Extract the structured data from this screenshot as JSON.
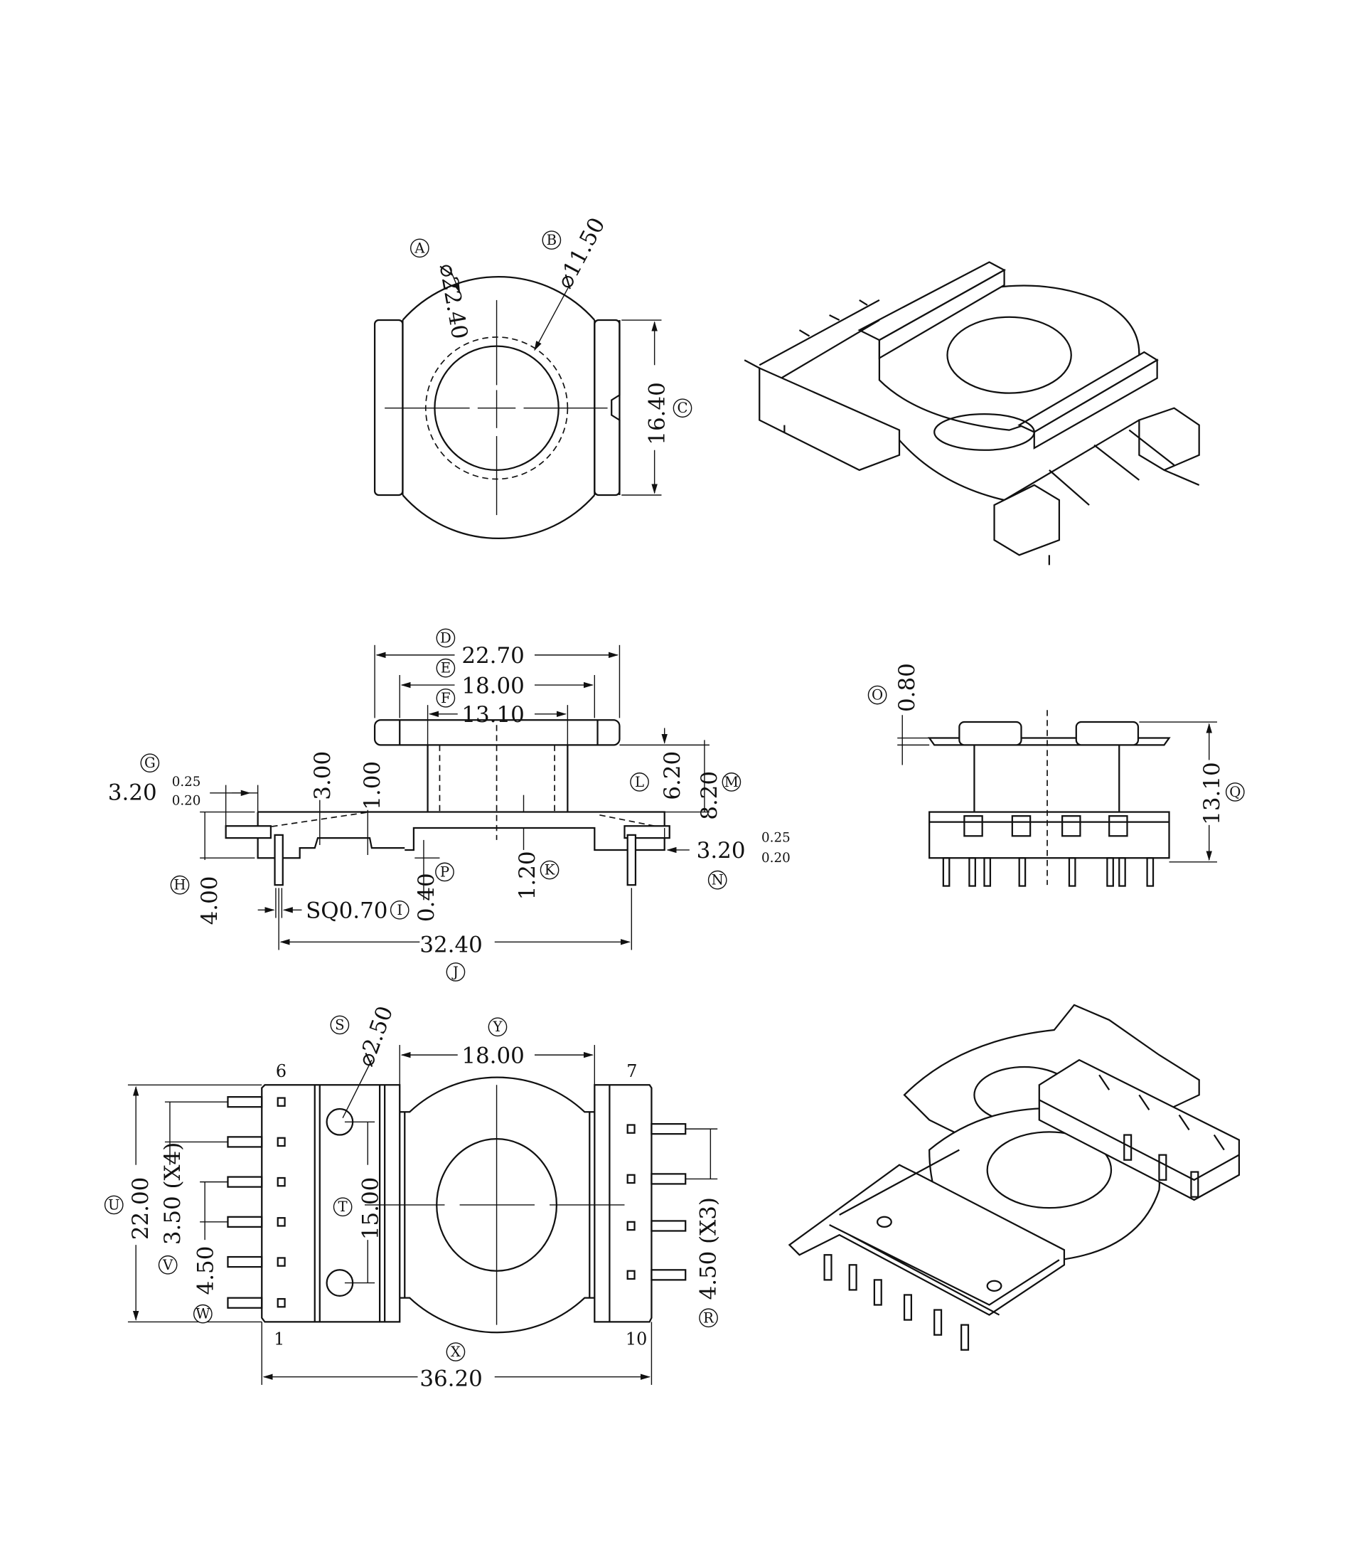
{
  "title": "Transformer bobbin dimension drawing",
  "top_view": {
    "A": {
      "letter": "A",
      "value": "⌀22.40"
    },
    "B": {
      "letter": "B",
      "value": "⌀11.50"
    },
    "C": {
      "letter": "C",
      "value": "16.40"
    }
  },
  "side_view": {
    "D": {
      "letter": "D",
      "value": "22.70"
    },
    "E": {
      "letter": "E",
      "value": "18.00"
    },
    "F": {
      "letter": "F",
      "value": "13.10"
    },
    "G": {
      "letter": "G",
      "value": "3.20",
      "tol_plus": "0.25",
      "tol_minus": "0.20"
    },
    "H": {
      "letter": "H",
      "value": "4.00"
    },
    "I": {
      "letter": "I",
      "value": "SQ0.70"
    },
    "J": {
      "letter": "J",
      "value": "32.40"
    },
    "K": {
      "letter": "K",
      "value": "1.20"
    },
    "L": {
      "letter": "L",
      "value": "6.20"
    },
    "M": {
      "letter": "M",
      "value": "8.20"
    },
    "N": {
      "letter": "N",
      "value": "3.20",
      "tol_plus": "0.25",
      "tol_minus": "0.20"
    },
    "P": {
      "letter": "P",
      "value": "0.40"
    },
    "extra_a": "3.00",
    "extra_b": "1.00"
  },
  "end_view": {
    "O": {
      "letter": "O",
      "value": "0.80"
    },
    "Q": {
      "letter": "Q",
      "value": "13.10"
    }
  },
  "bottom_view": {
    "S": {
      "letter": "S",
      "value": "⌀2.50"
    },
    "Y": {
      "letter": "Y",
      "value": "18.00"
    },
    "U": {
      "letter": "U",
      "value": "22.00"
    },
    "V": {
      "letter": "V",
      "value": "3.50 (X4)"
    },
    "W": {
      "letter": "W",
      "value": "4.50"
    },
    "T": {
      "letter": "T",
      "value": "15.00"
    },
    "R": {
      "letter": "R",
      "value": "4.50 (X3)"
    },
    "X": {
      "letter": "X",
      "value": "36.20"
    },
    "pins": {
      "p6": "6",
      "p7": "7",
      "p1": "1",
      "p10": "10"
    }
  }
}
